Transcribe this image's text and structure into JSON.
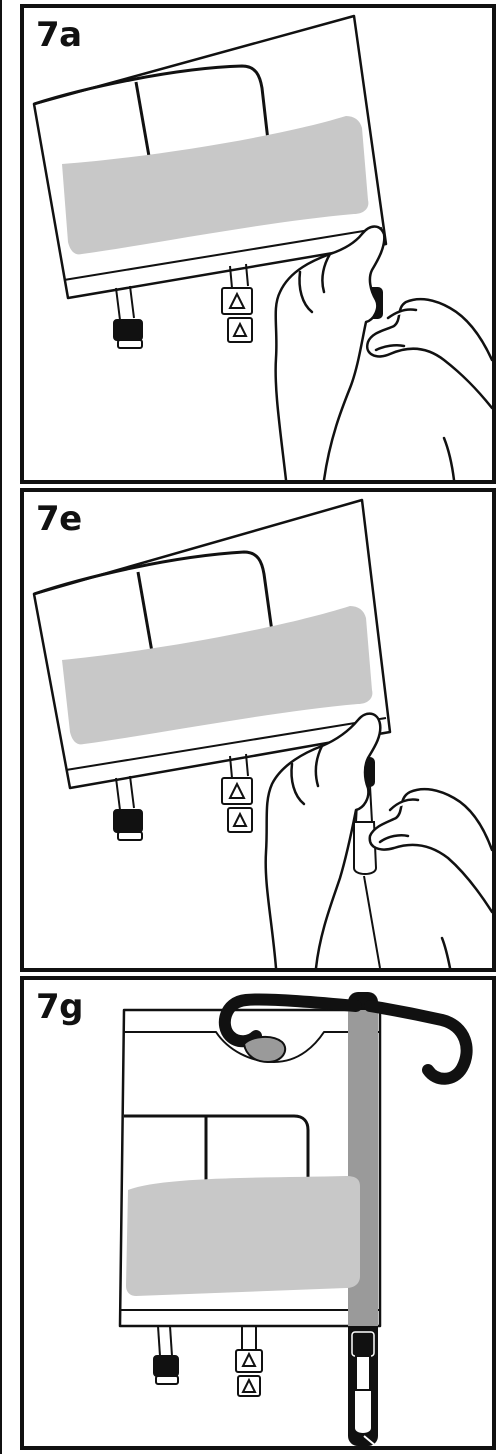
{
  "panels": [
    {
      "label": "7a"
    },
    {
      "label": "7e"
    },
    {
      "label": "7g"
    }
  ],
  "colors": {
    "line": "#111111",
    "fluid": "#c8c8c8",
    "pole_tint": "#9a9a9a",
    "background": "#ffffff"
  },
  "icons": {
    "port_symbol": "drop-arrow-icon",
    "cap": "port-cap-icon"
  }
}
